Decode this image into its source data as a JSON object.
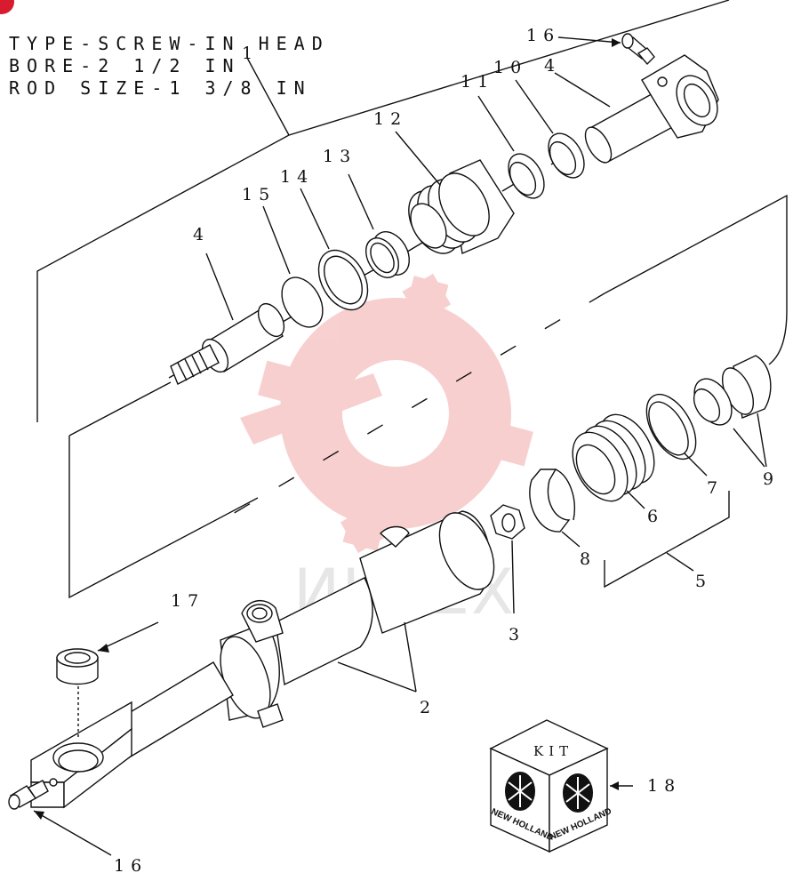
{
  "header": {
    "line1": "TYPE-SCREW-IN HEAD",
    "line2": "BORE-2 1/2 IN",
    "line3": "ROD SIZE-1 3/8 IN"
  },
  "callouts": {
    "c1": "1",
    "c2": "2",
    "c3": "3",
    "c4_top": "4",
    "c4_left": "4",
    "c5": "5",
    "c6": "6",
    "c7": "7",
    "c8": "8",
    "c9": "9",
    "c10": "10",
    "c11": "11",
    "c12": "12",
    "c13": "13",
    "c14": "14",
    "c15": "15",
    "c16_top": "16",
    "c16_bottom": "16",
    "c17": "17",
    "c18": "18"
  },
  "kit_box": {
    "label": "KIT",
    "brand_left": "NEW HOLLAND",
    "brand_right": "NEW HOLLAND"
  },
  "watermark": {
    "text": "ИНТЕХ",
    "color": "#f5b5b5"
  },
  "colors": {
    "ink": "#111111",
    "watermark_logo": "#f3a9a9",
    "corner_badge": "#d81b2f"
  }
}
